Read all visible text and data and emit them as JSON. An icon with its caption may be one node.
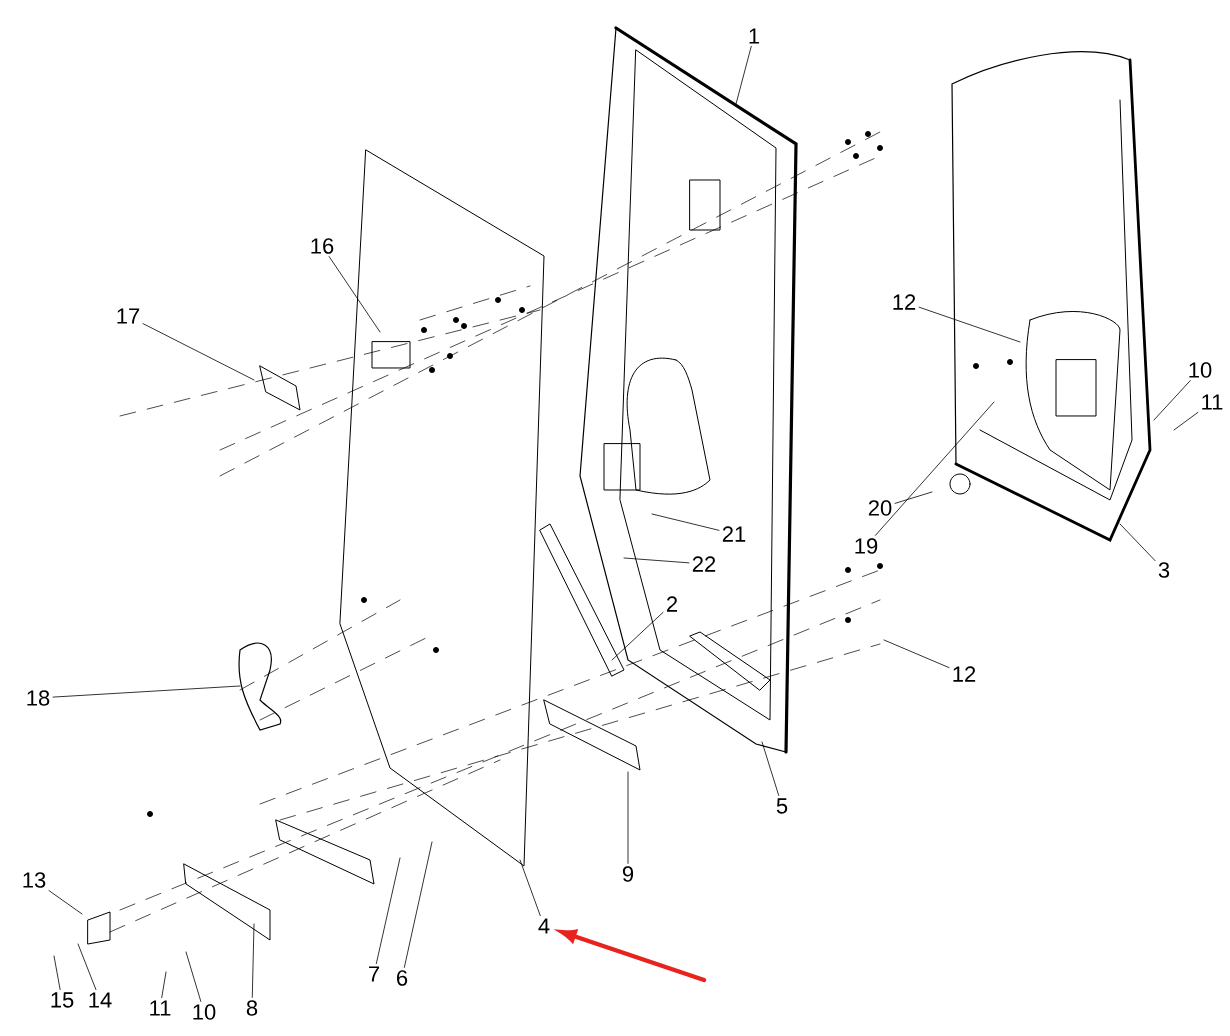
{
  "diagram": {
    "nodes": [
      {
        "text": [
          "1"
        ]
      },
      {
        "text": [
          "2"
        ]
      },
      {
        "text": [
          "3"
        ]
      },
      {
        "text": [
          "4"
        ]
      },
      {
        "text": [
          "5"
        ]
      },
      {
        "text": [
          "6"
        ]
      },
      {
        "text": [
          "7"
        ]
      },
      {
        "text": [
          "8"
        ]
      },
      {
        "text": [
          "9"
        ]
      },
      {
        "text": [
          "10"
        ]
      },
      {
        "text": [
          "11"
        ]
      },
      {
        "text": [
          "12"
        ]
      },
      {
        "text": [
          "19"
        ]
      },
      {
        "text": [
          "20"
        ]
      },
      {
        "text": [
          "12"
        ]
      },
      {
        "text": [
          "21"
        ]
      },
      {
        "text": [
          "22"
        ]
      },
      {
        "text": [
          "13"
        ]
      },
      {
        "text": [
          "15"
        ]
      },
      {
        "text": [
          "14"
        ]
      },
      {
        "text": [
          "11"
        ]
      },
      {
        "text": [
          "10"
        ]
      },
      {
        "text": [
          "16"
        ]
      },
      {
        "text": [
          "17"
        ]
      },
      {
        "text": [
          "18"
        ]
      }
    ],
    "edges": [
      {
        "from": 0,
        "to": null,
        "arrow": "none"
      },
      {
        "from": 1,
        "to": null,
        "arrow": "none"
      },
      {
        "from": 2,
        "to": null,
        "arrow": "none"
      },
      {
        "from": 3,
        "to": null,
        "arrow": "none"
      },
      {
        "from": 4,
        "to": null,
        "arrow": "none"
      },
      {
        "from": 5,
        "to": null,
        "arrow": "none"
      },
      {
        "from": 6,
        "to": null,
        "arrow": "none"
      },
      {
        "from": 7,
        "to": null,
        "arrow": "none"
      },
      {
        "from": 8,
        "to": null,
        "arrow": "none"
      },
      {
        "from": 9,
        "to": null,
        "arrow": "none"
      },
      {
        "from": 10,
        "to": null,
        "arrow": "none"
      },
      {
        "from": 11,
        "to": null,
        "arrow": "none"
      },
      {
        "from": 12,
        "to": null,
        "arrow": "none"
      },
      {
        "from": 13,
        "to": null,
        "arrow": "none"
      },
      {
        "from": 14,
        "to": null,
        "arrow": "none"
      },
      {
        "from": 15,
        "to": null,
        "arrow": "none"
      },
      {
        "from": 16,
        "to": null,
        "arrow": "none"
      },
      {
        "from": 17,
        "to": null,
        "arrow": "none"
      },
      {
        "from": 18,
        "to": null,
        "arrow": "none"
      },
      {
        "from": 19,
        "to": null,
        "arrow": "none"
      },
      {
        "from": 20,
        "to": null,
        "arrow": "none"
      },
      {
        "from": 21,
        "to": null,
        "arrow": "none"
      },
      {
        "from": 22,
        "to": null,
        "arrow": "none"
      },
      {
        "from": 23,
        "to": null,
        "arrow": "none"
      },
      {
        "from": 24,
        "to": null,
        "arrow": "none"
      },
      {
        "from": null,
        "to": 3,
        "arrow": "to",
        "style": "thick",
        "color": "#e8231e"
      }
    ]
  }
}
